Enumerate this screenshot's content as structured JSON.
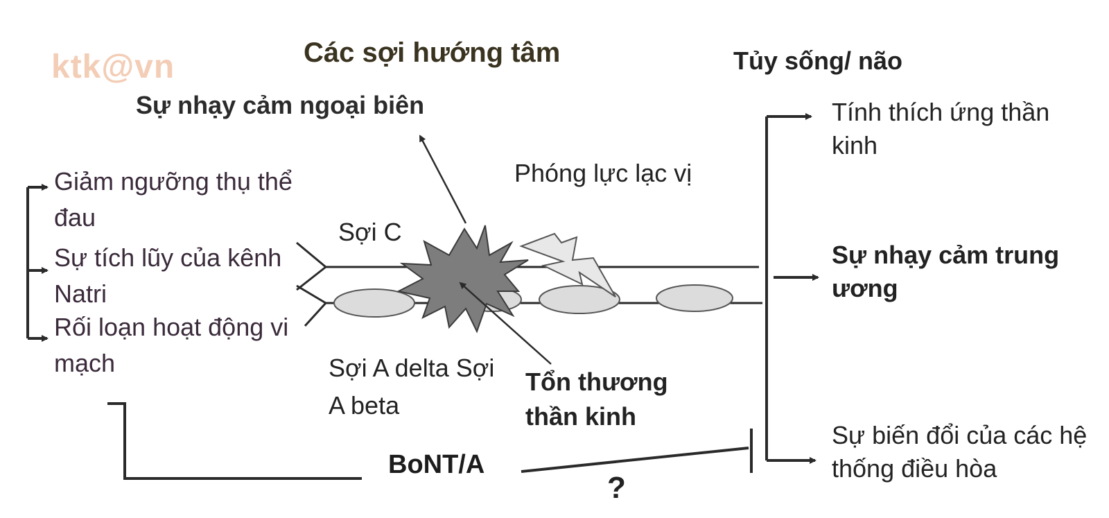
{
  "watermark": "ktk@vn",
  "headers": {
    "afferent_fibers": "Các sợi hướng tâm",
    "spinal_brain": "Tủy sống/ não",
    "peripheral_sensitization": "Sự nhạy cảm ngoại biên"
  },
  "left_effects": [
    {
      "text": "Giảm ngưỡng thụ thể đau"
    },
    {
      "text": "Sự tích lũy của kênh Natri"
    },
    {
      "text": "Rối loạn hoạt động vi mạch"
    }
  ],
  "labels": {
    "ectopic_discharge": "Phóng lực lạc vị",
    "c_fiber": "Sợi C",
    "a_delta_beta": "Sợi A delta Sợi A beta",
    "nerve_injury": "Tổn thương thần kinh",
    "bont": "BoNT/A",
    "question": "?"
  },
  "right_effects": {
    "excitability": "Tính thích ứng thần kinh",
    "central_sensitization": "Sự nhạy cảm trung ương",
    "regulatory_changes": "Sự biến đổi của các hệ thống điều hòa"
  },
  "colors": {
    "line": "#2a2a2a",
    "axon_oval": "#dcdcdc",
    "injury_star": "#7d7d7d",
    "lightning": "#e6e6e6",
    "watermark": "#f3cdb6"
  }
}
